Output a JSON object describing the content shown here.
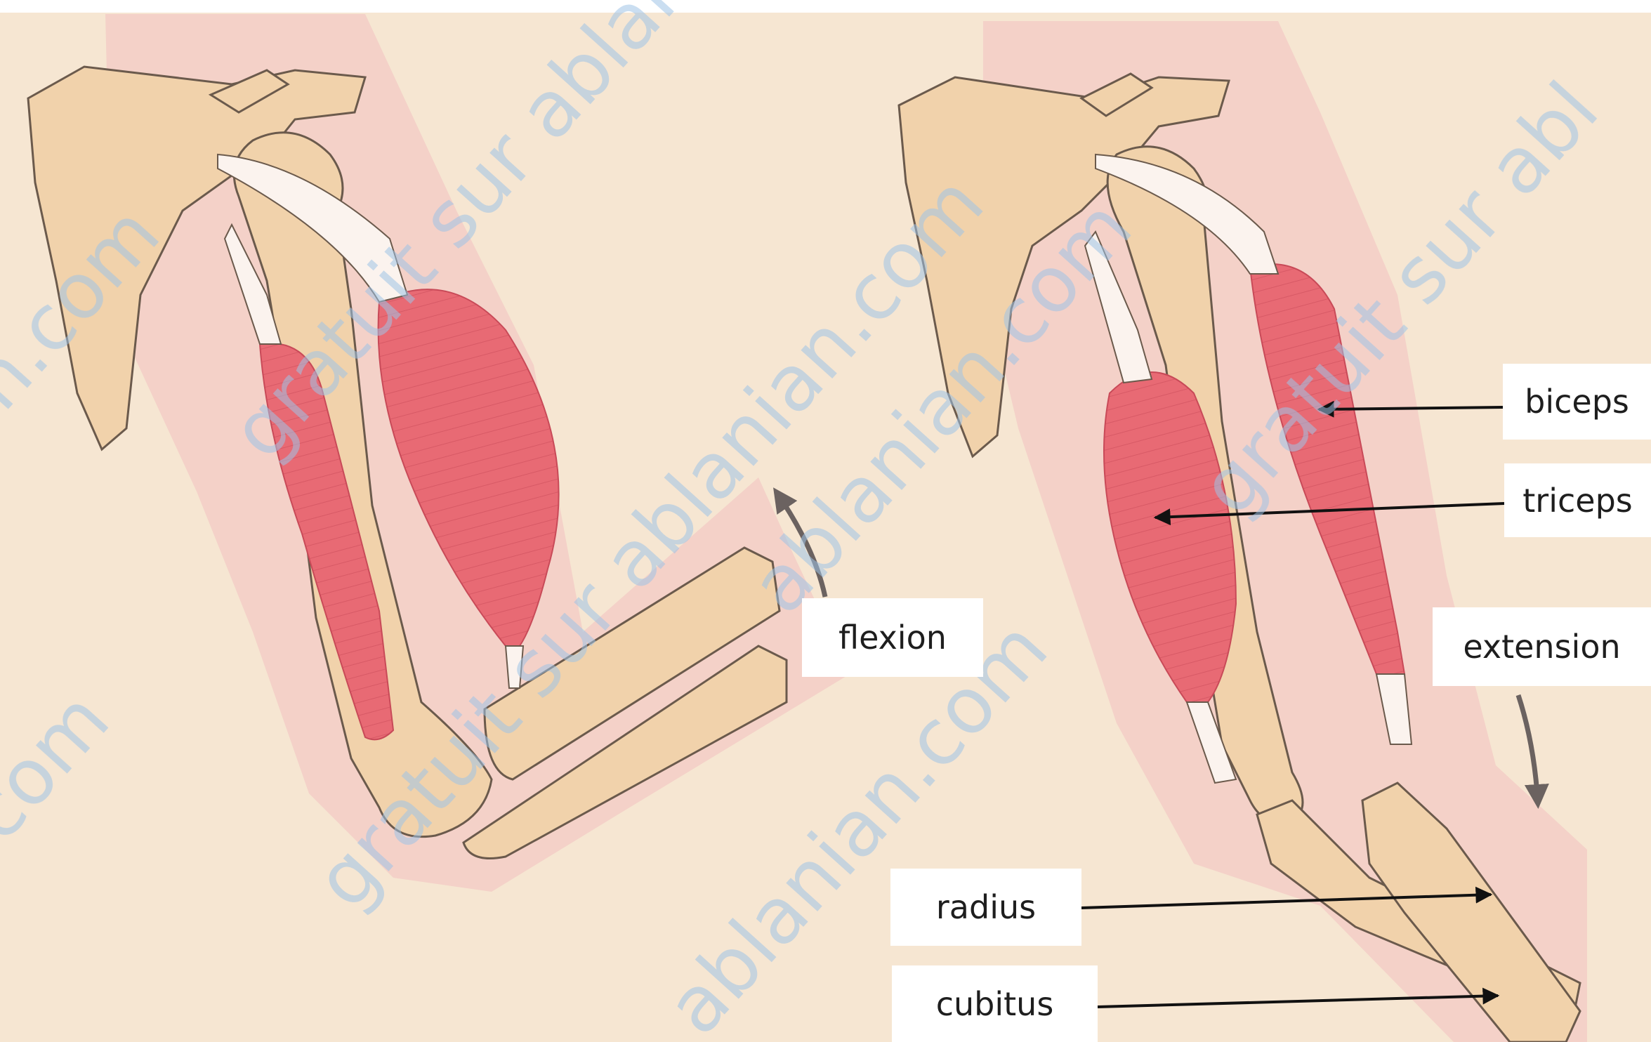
{
  "labels": {
    "flexion": "flexion",
    "biceps": "biceps",
    "triceps": "triceps",
    "extension": "extension",
    "radius": "radius",
    "cubitus": "cubitus"
  },
  "watermark": {
    "texts": [
      "gratuit sur ablanian.com",
      "ablanian.com",
      "gratuit sur abl",
      "an.com",
      ".com"
    ]
  },
  "colors": {
    "background": "#f6e6d2",
    "skin": "#f3c9c4",
    "bone": "#f1d2ab",
    "bone_outline": "#6b5a4c",
    "muscle": "#e86a74",
    "muscle_dark": "#d54e5c",
    "tendon": "#fbf3ee",
    "watermark": "#9ec3e6",
    "arrow": "#111111",
    "motion_arrow": "#6b6260"
  }
}
